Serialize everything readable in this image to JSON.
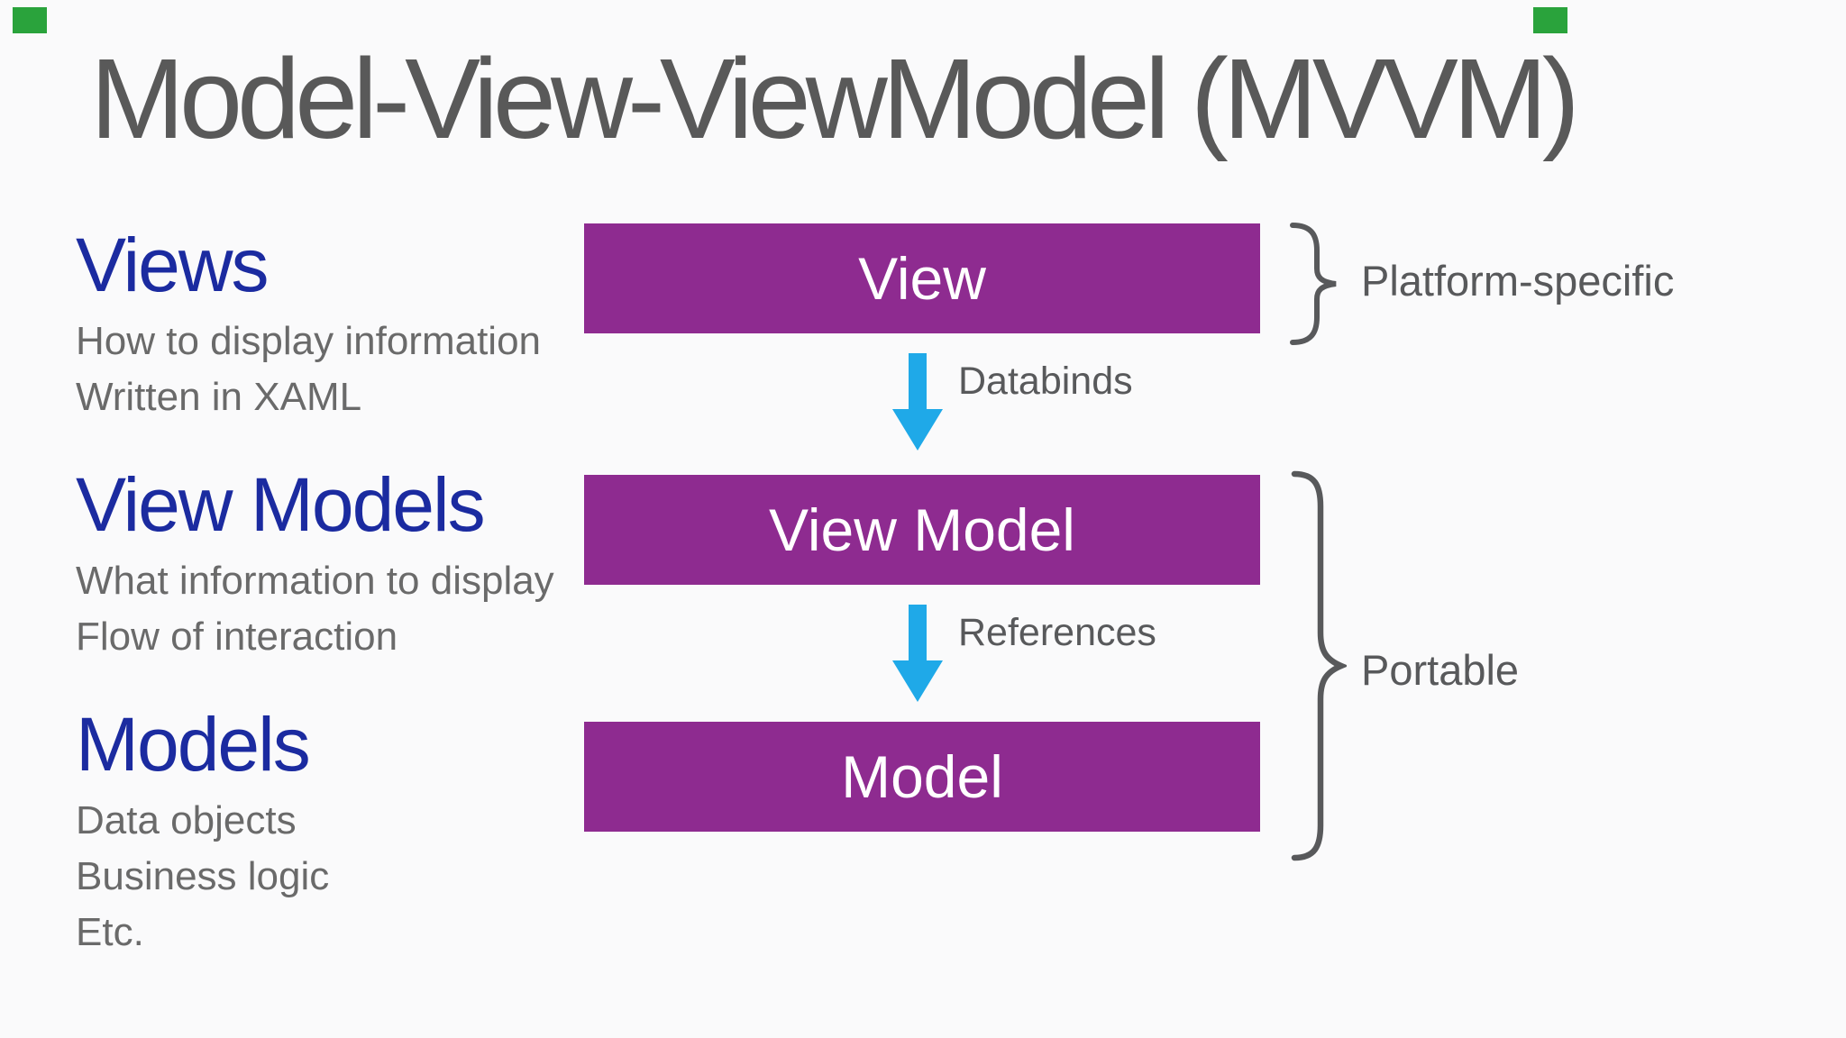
{
  "slide": {
    "title": "Model-View-ViewModel (MVVM)",
    "background_color": "#FAFAFB",
    "title_color": "#595959"
  },
  "decorations": {
    "corner_marker_color": "#2AA33C"
  },
  "left_column": {
    "heading_color": "#1B2BA0",
    "body_color": "#6A6A6A",
    "sections": [
      {
        "heading": "Views",
        "lines": [
          "How to display information",
          "Written in XAML"
        ]
      },
      {
        "heading": "View Models",
        "lines": [
          "What information to display",
          "Flow of interaction"
        ]
      },
      {
        "heading": "Models",
        "lines": [
          "Data objects",
          "Business logic",
          "Etc."
        ]
      }
    ]
  },
  "diagram": {
    "box_color": "#8E2B90",
    "box_text_color": "#FFFFFF",
    "arrow_color": "#1FA9E8",
    "label_color": "#58595B",
    "brace_color": "#58595B",
    "boxes": [
      {
        "label": "View"
      },
      {
        "label": "View Model"
      },
      {
        "label": "Model"
      }
    ],
    "arrows": [
      {
        "label": "Databinds"
      },
      {
        "label": "References"
      }
    ],
    "braces": [
      {
        "label": "Platform-specific"
      },
      {
        "label": "Portable"
      }
    ]
  }
}
